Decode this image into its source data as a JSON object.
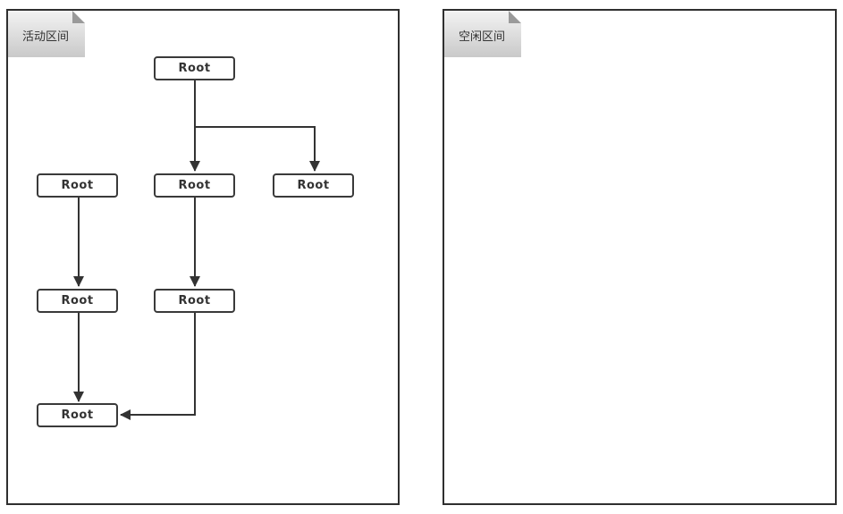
{
  "panels": {
    "active": {
      "title": "活动区间"
    },
    "idle": {
      "title": "空闲区间"
    }
  },
  "nodes": {
    "root_top": "Root",
    "left_1": "Root",
    "center_1": "Root",
    "right_1": "Root",
    "left_2": "Root",
    "center_2": "Root",
    "bottom": "Root"
  }
}
